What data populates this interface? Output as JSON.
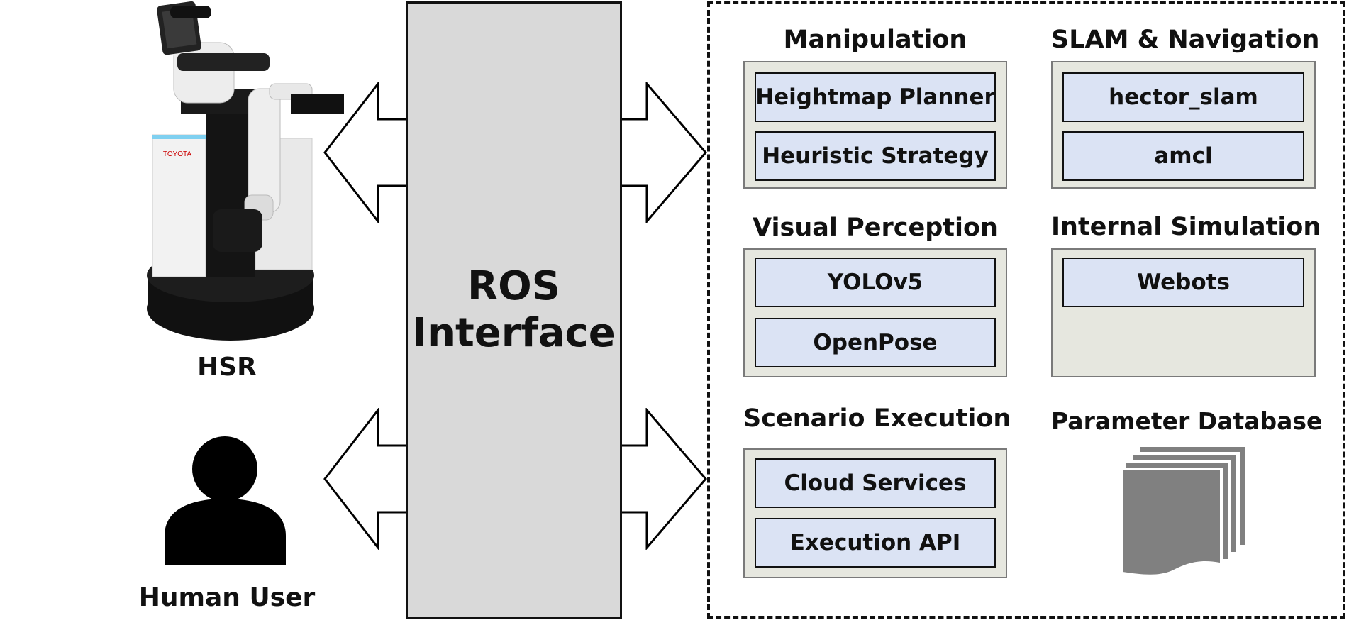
{
  "hsr": {
    "label": "HSR",
    "icon": "robot-icon"
  },
  "human": {
    "label": "Human User",
    "icon": "person-icon"
  },
  "ros": {
    "line1": "ROS",
    "line2": "Interface"
  },
  "groups": {
    "manipulation": {
      "title": "Manipulation",
      "items": [
        "Heightmap Planner",
        "Heuristic Strategy"
      ]
    },
    "slam": {
      "title": "SLAM & Navigation",
      "items": [
        "hector_slam",
        "amcl"
      ]
    },
    "perception": {
      "title": "Visual Perception",
      "items": [
        "YOLOv5",
        "OpenPose"
      ]
    },
    "simulation": {
      "title": "Internal Simulation",
      "items": [
        "Webots"
      ]
    },
    "scenario": {
      "title": "Scenario Execution",
      "items": [
        "Cloud Services",
        "Execution API"
      ]
    },
    "database": {
      "title": "Parameter Database",
      "icon": "document-stack-icon"
    }
  },
  "colors": {
    "panel_fill": "#e6e7df",
    "item_fill": "#dbe3f4",
    "ros_fill": "#d9d9d9",
    "icon_fill": "#808080"
  }
}
